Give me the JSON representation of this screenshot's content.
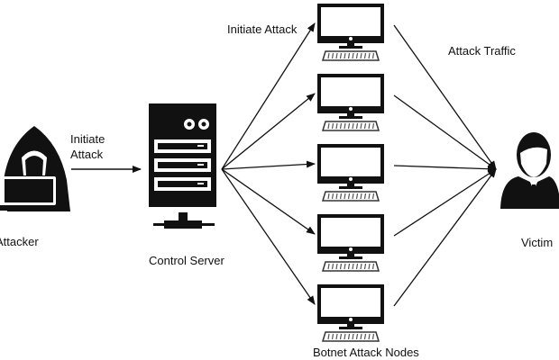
{
  "labels": {
    "attacker": "Attacker",
    "initiate_attack_left_line1": "Initiate",
    "initiate_attack_left_line2": "Attack",
    "control_server": "Control Server",
    "initiate_attack_top": "Initiate Attack",
    "attack_traffic": "Attack Traffic",
    "botnet_nodes": "Botnet Attack Nodes",
    "victim": "Victim"
  },
  "nodes": {
    "botnet_count": 5
  },
  "colors": {
    "ink": "#111111",
    "background": "#ffffff"
  }
}
